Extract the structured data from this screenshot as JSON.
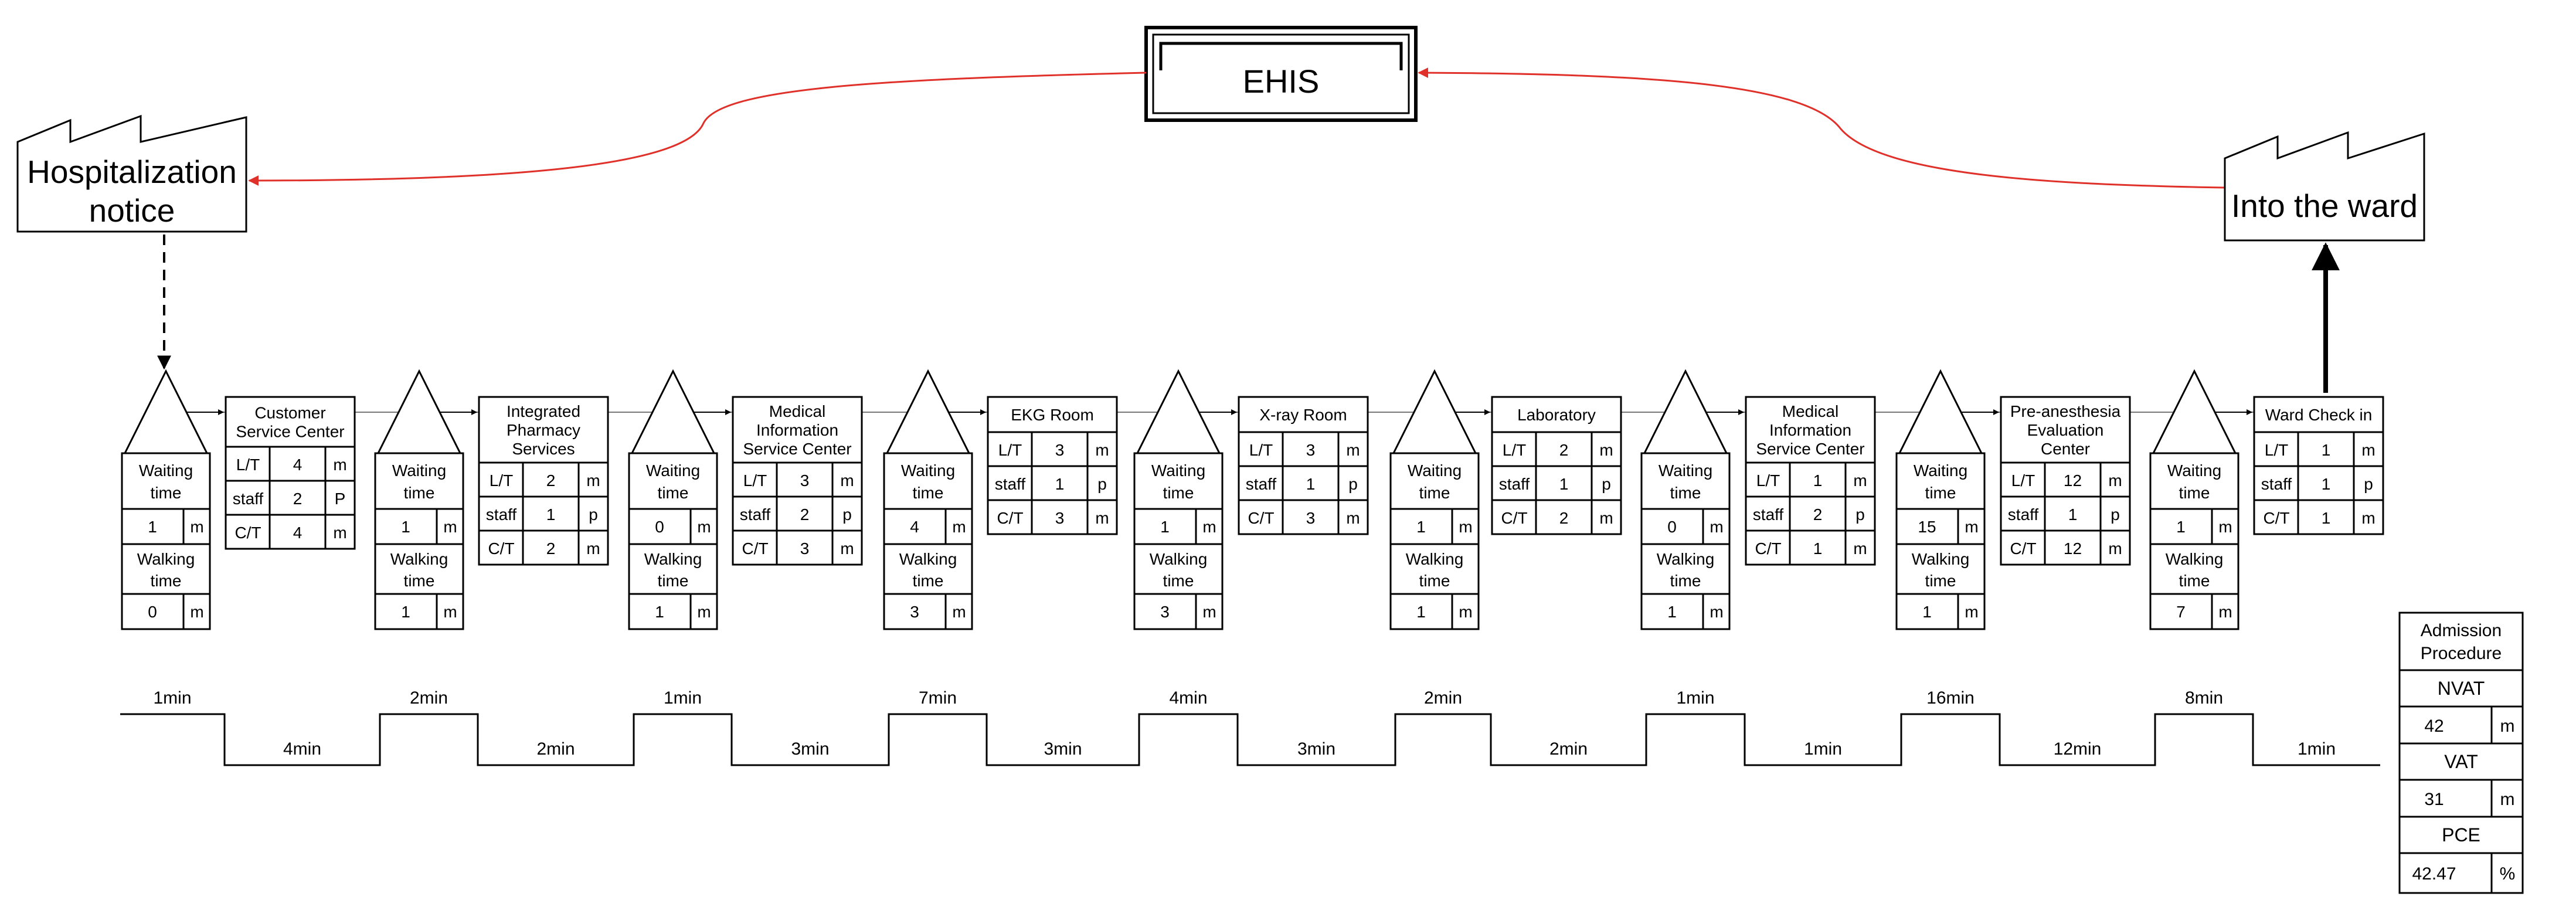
{
  "info_system": "EHIS",
  "start_node": [
    "Hospitalization",
    "notice"
  ],
  "end_node": "Into the ward",
  "waits": [
    {
      "wait_label": [
        "Waiting",
        "time"
      ],
      "wait_value": "1",
      "wait_unit": "m",
      "walk_label": [
        "Walking",
        "time"
      ],
      "walk_value": "0",
      "walk_unit": "m"
    },
    {
      "wait_label": [
        "Waiting",
        "time"
      ],
      "wait_value": "1",
      "wait_unit": "m",
      "walk_label": [
        "Walking",
        "time"
      ],
      "walk_value": "1",
      "walk_unit": "m"
    },
    {
      "wait_label": [
        "Waiting",
        "time"
      ],
      "wait_value": "0",
      "wait_unit": "m",
      "walk_label": [
        "Walking",
        "time"
      ],
      "walk_value": "1",
      "walk_unit": "m"
    },
    {
      "wait_label": [
        "Waiting",
        "time"
      ],
      "wait_value": "4",
      "wait_unit": "m",
      "walk_label": [
        "Walking",
        "time"
      ],
      "walk_value": "3",
      "walk_unit": "m"
    },
    {
      "wait_label": [
        "Waiting",
        "time"
      ],
      "wait_value": "1",
      "wait_unit": "m",
      "walk_label": [
        "Walking",
        "time"
      ],
      "walk_value": "3",
      "walk_unit": "m"
    },
    {
      "wait_label": [
        "Waiting",
        "time"
      ],
      "wait_value": "1",
      "wait_unit": "m",
      "walk_label": [
        "Walking",
        "time"
      ],
      "walk_value": "1",
      "walk_unit": "m"
    },
    {
      "wait_label": [
        "Waiting",
        "time"
      ],
      "wait_value": "0",
      "wait_unit": "m",
      "walk_label": [
        "Walking",
        "time"
      ],
      "walk_value": "1",
      "walk_unit": "m"
    },
    {
      "wait_label": [
        "Waiting",
        "time"
      ],
      "wait_value": "15",
      "wait_unit": "m",
      "walk_label": [
        "Walking",
        "time"
      ],
      "walk_value": "1",
      "walk_unit": "m"
    },
    {
      "wait_label": [
        "Waiting",
        "time"
      ],
      "wait_value": "1",
      "wait_unit": "m",
      "walk_label": [
        "Walking",
        "time"
      ],
      "walk_value": "7",
      "walk_unit": "m"
    }
  ],
  "processes": [
    {
      "title": [
        "Customer",
        "Service Center"
      ],
      "rows": [
        [
          "L/T",
          "4",
          "m"
        ],
        [
          "staff",
          "2",
          "P"
        ],
        [
          "C/T",
          "4",
          "m"
        ]
      ]
    },
    {
      "title": [
        "Integrated",
        "Pharmacy",
        "Services"
      ],
      "rows": [
        [
          "L/T",
          "2",
          "m"
        ],
        [
          "staff",
          "1",
          "p"
        ],
        [
          "C/T",
          "2",
          "m"
        ]
      ]
    },
    {
      "title": [
        "Medical",
        "Information",
        "Service Center"
      ],
      "rows": [
        [
          "L/T",
          "3",
          "m"
        ],
        [
          "staff",
          "2",
          "p"
        ],
        [
          "C/T",
          "3",
          "m"
        ]
      ]
    },
    {
      "title": [
        "EKG Room"
      ],
      "rows": [
        [
          "L/T",
          "3",
          "m"
        ],
        [
          "staff",
          "1",
          "p"
        ],
        [
          "C/T",
          "3",
          "m"
        ]
      ]
    },
    {
      "title": [
        "X-ray Room"
      ],
      "rows": [
        [
          "L/T",
          "3",
          "m"
        ],
        [
          "staff",
          "1",
          "p"
        ],
        [
          "C/T",
          "3",
          "m"
        ]
      ]
    },
    {
      "title": [
        "Laboratory"
      ],
      "rows": [
        [
          "L/T",
          "2",
          "m"
        ],
        [
          "staff",
          "1",
          "p"
        ],
        [
          "C/T",
          "2",
          "m"
        ]
      ]
    },
    {
      "title": [
        "Medical",
        "Information",
        "Service Center"
      ],
      "rows": [
        [
          "L/T",
          "1",
          "m"
        ],
        [
          "staff",
          "2",
          "p"
        ],
        [
          "C/T",
          "1",
          "m"
        ]
      ]
    },
    {
      "title": [
        "Pre-anesthesia",
        "Evaluation",
        "Center"
      ],
      "rows": [
        [
          "L/T",
          "12",
          "m"
        ],
        [
          "staff",
          "1",
          "p"
        ],
        [
          "C/T",
          "12",
          "m"
        ]
      ]
    },
    {
      "title": [
        "Ward Check in"
      ],
      "rows": [
        [
          "L/T",
          "1",
          "m"
        ],
        [
          "staff",
          "1",
          "p"
        ],
        [
          "C/T",
          "1",
          "m"
        ]
      ]
    }
  ],
  "timeline": {
    "top": [
      "1min",
      "2min",
      "1min",
      "7min",
      "4min",
      "2min",
      "1min",
      "16min",
      "8min"
    ],
    "bottom": [
      "4min",
      "2min",
      "3min",
      "3min",
      "3min",
      "2min",
      "1min",
      "12min",
      "1min"
    ]
  },
  "summary": {
    "title": [
      "Admission",
      "Procedure"
    ],
    "nvat_label": "NVAT",
    "nvat_value": "42",
    "nvat_unit": "m",
    "vat_label": "VAT",
    "vat_value": "31",
    "vat_unit": "m",
    "pce_label": "PCE",
    "pce_value": "42.47",
    "pce_unit": "%"
  },
  "colors": {
    "info_flow": "#e0302a",
    "line": "#000000",
    "flow_line": "#555555"
  }
}
